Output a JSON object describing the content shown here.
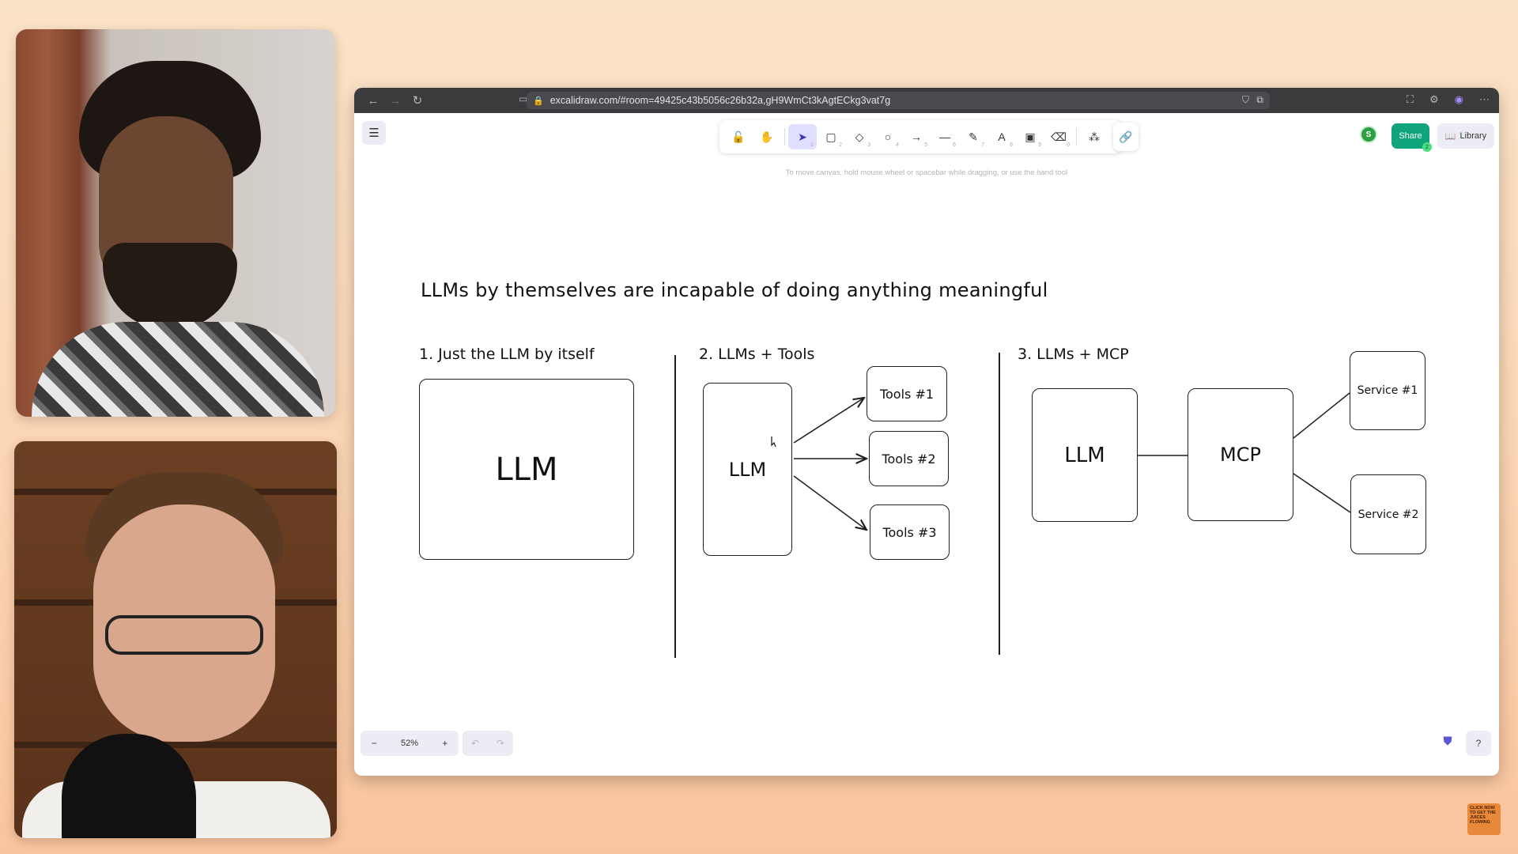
{
  "browser": {
    "url": "excalidraw.com/#room=49425c43b5056c26b32a,gH9WmCt3kAgtECkg3vat7g"
  },
  "toolbar": {
    "tools": [
      {
        "name": "lock-tool",
        "icon": "🔓",
        "key": ""
      },
      {
        "name": "hand-tool",
        "icon": "✋",
        "key": ""
      },
      {
        "name": "selection-tool",
        "icon": "➤",
        "key": "1"
      },
      {
        "name": "rectangle-tool",
        "icon": "▢",
        "key": "2"
      },
      {
        "name": "diamond-tool",
        "icon": "◇",
        "key": "3"
      },
      {
        "name": "ellipse-tool",
        "icon": "○",
        "key": "4"
      },
      {
        "name": "arrow-tool",
        "icon": "→",
        "key": "5"
      },
      {
        "name": "line-tool",
        "icon": "—",
        "key": "6"
      },
      {
        "name": "draw-tool",
        "icon": "✎",
        "key": "7"
      },
      {
        "name": "text-tool",
        "icon": "A",
        "key": "8"
      },
      {
        "name": "image-tool",
        "icon": "▣",
        "key": "9"
      },
      {
        "name": "eraser-tool",
        "icon": "⌫",
        "key": "0"
      },
      {
        "name": "more-tools",
        "icon": "⁂",
        "key": ""
      }
    ],
    "hint": "To move canvas, hold mouse wheel or spacebar while dragging, or use the hand tool"
  },
  "collab": {
    "avatar_initial": "S",
    "share_label": "Share",
    "share_count": "2",
    "library_label": "Library"
  },
  "drawing": {
    "headline": "LLMs by themselves are incapable of doing anything meaningful",
    "section1": {
      "title": "1. Just the LLM by itself",
      "box": "LLM"
    },
    "section2": {
      "title": "2. LLMs + Tools",
      "llm": "LLM",
      "tools": [
        "Tools #1",
        "Tools #2",
        "Tools #3"
      ]
    },
    "section3": {
      "title": "3. LLMs + MCP",
      "llm": "LLM",
      "mcp": "MCP",
      "services": [
        "Service #1",
        "Service #2"
      ]
    }
  },
  "footer": {
    "zoom_minus": "−",
    "zoom_value": "52%",
    "zoom_plus": "+",
    "undo": "↶",
    "redo": "↷"
  },
  "corner_logo_text": "CLICK NOW TO GET THE JUICES FLOWING"
}
